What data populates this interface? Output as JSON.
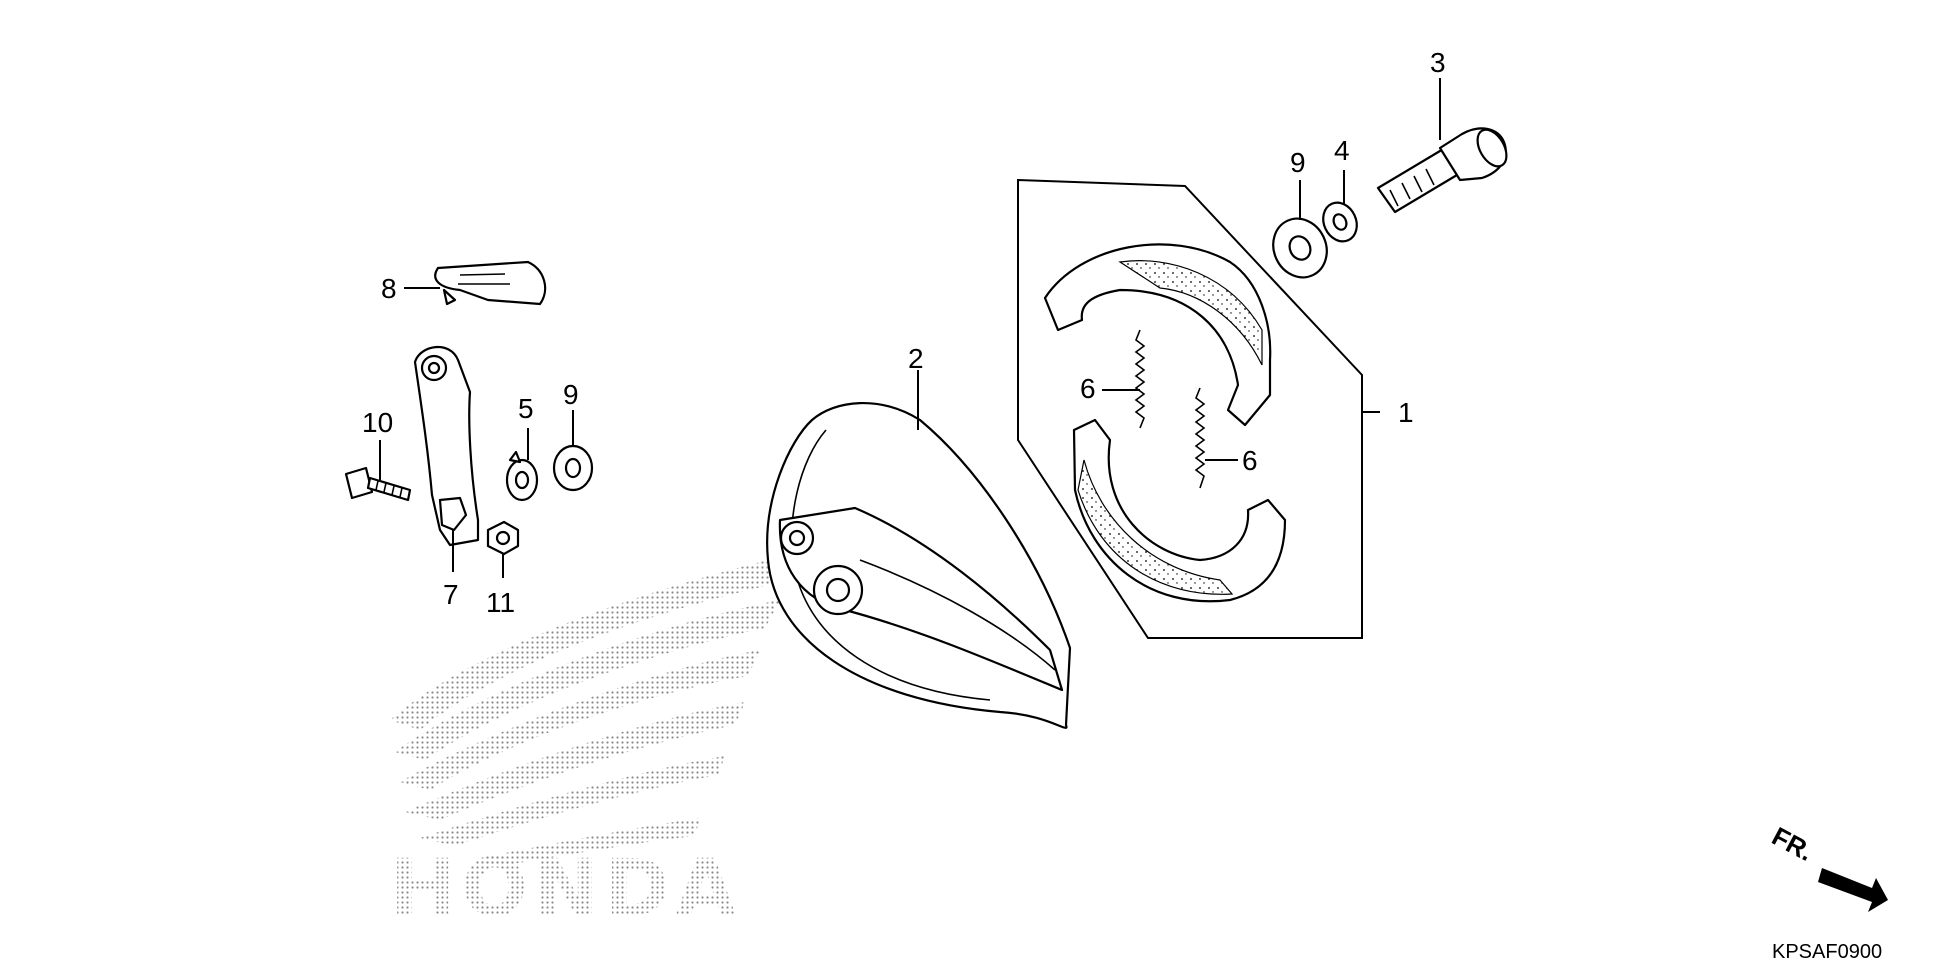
{
  "callouts": {
    "c1": "1",
    "c2": "2",
    "c3": "3",
    "c4": "4",
    "c5": "5",
    "c6a": "6",
    "c6b": "6",
    "c7": "7",
    "c8": "8",
    "c9a": "9",
    "c9b": "9",
    "c10": "10",
    "c11": "11"
  },
  "front_indicator": "FR.",
  "diagram_code": "KPSAF0900",
  "watermark": {
    "text": "HONDA",
    "logo": "honda-wing-logo"
  },
  "colors": {
    "ink": "#000000",
    "watermark_dots": "#8a8a8a",
    "background": "#ffffff"
  }
}
